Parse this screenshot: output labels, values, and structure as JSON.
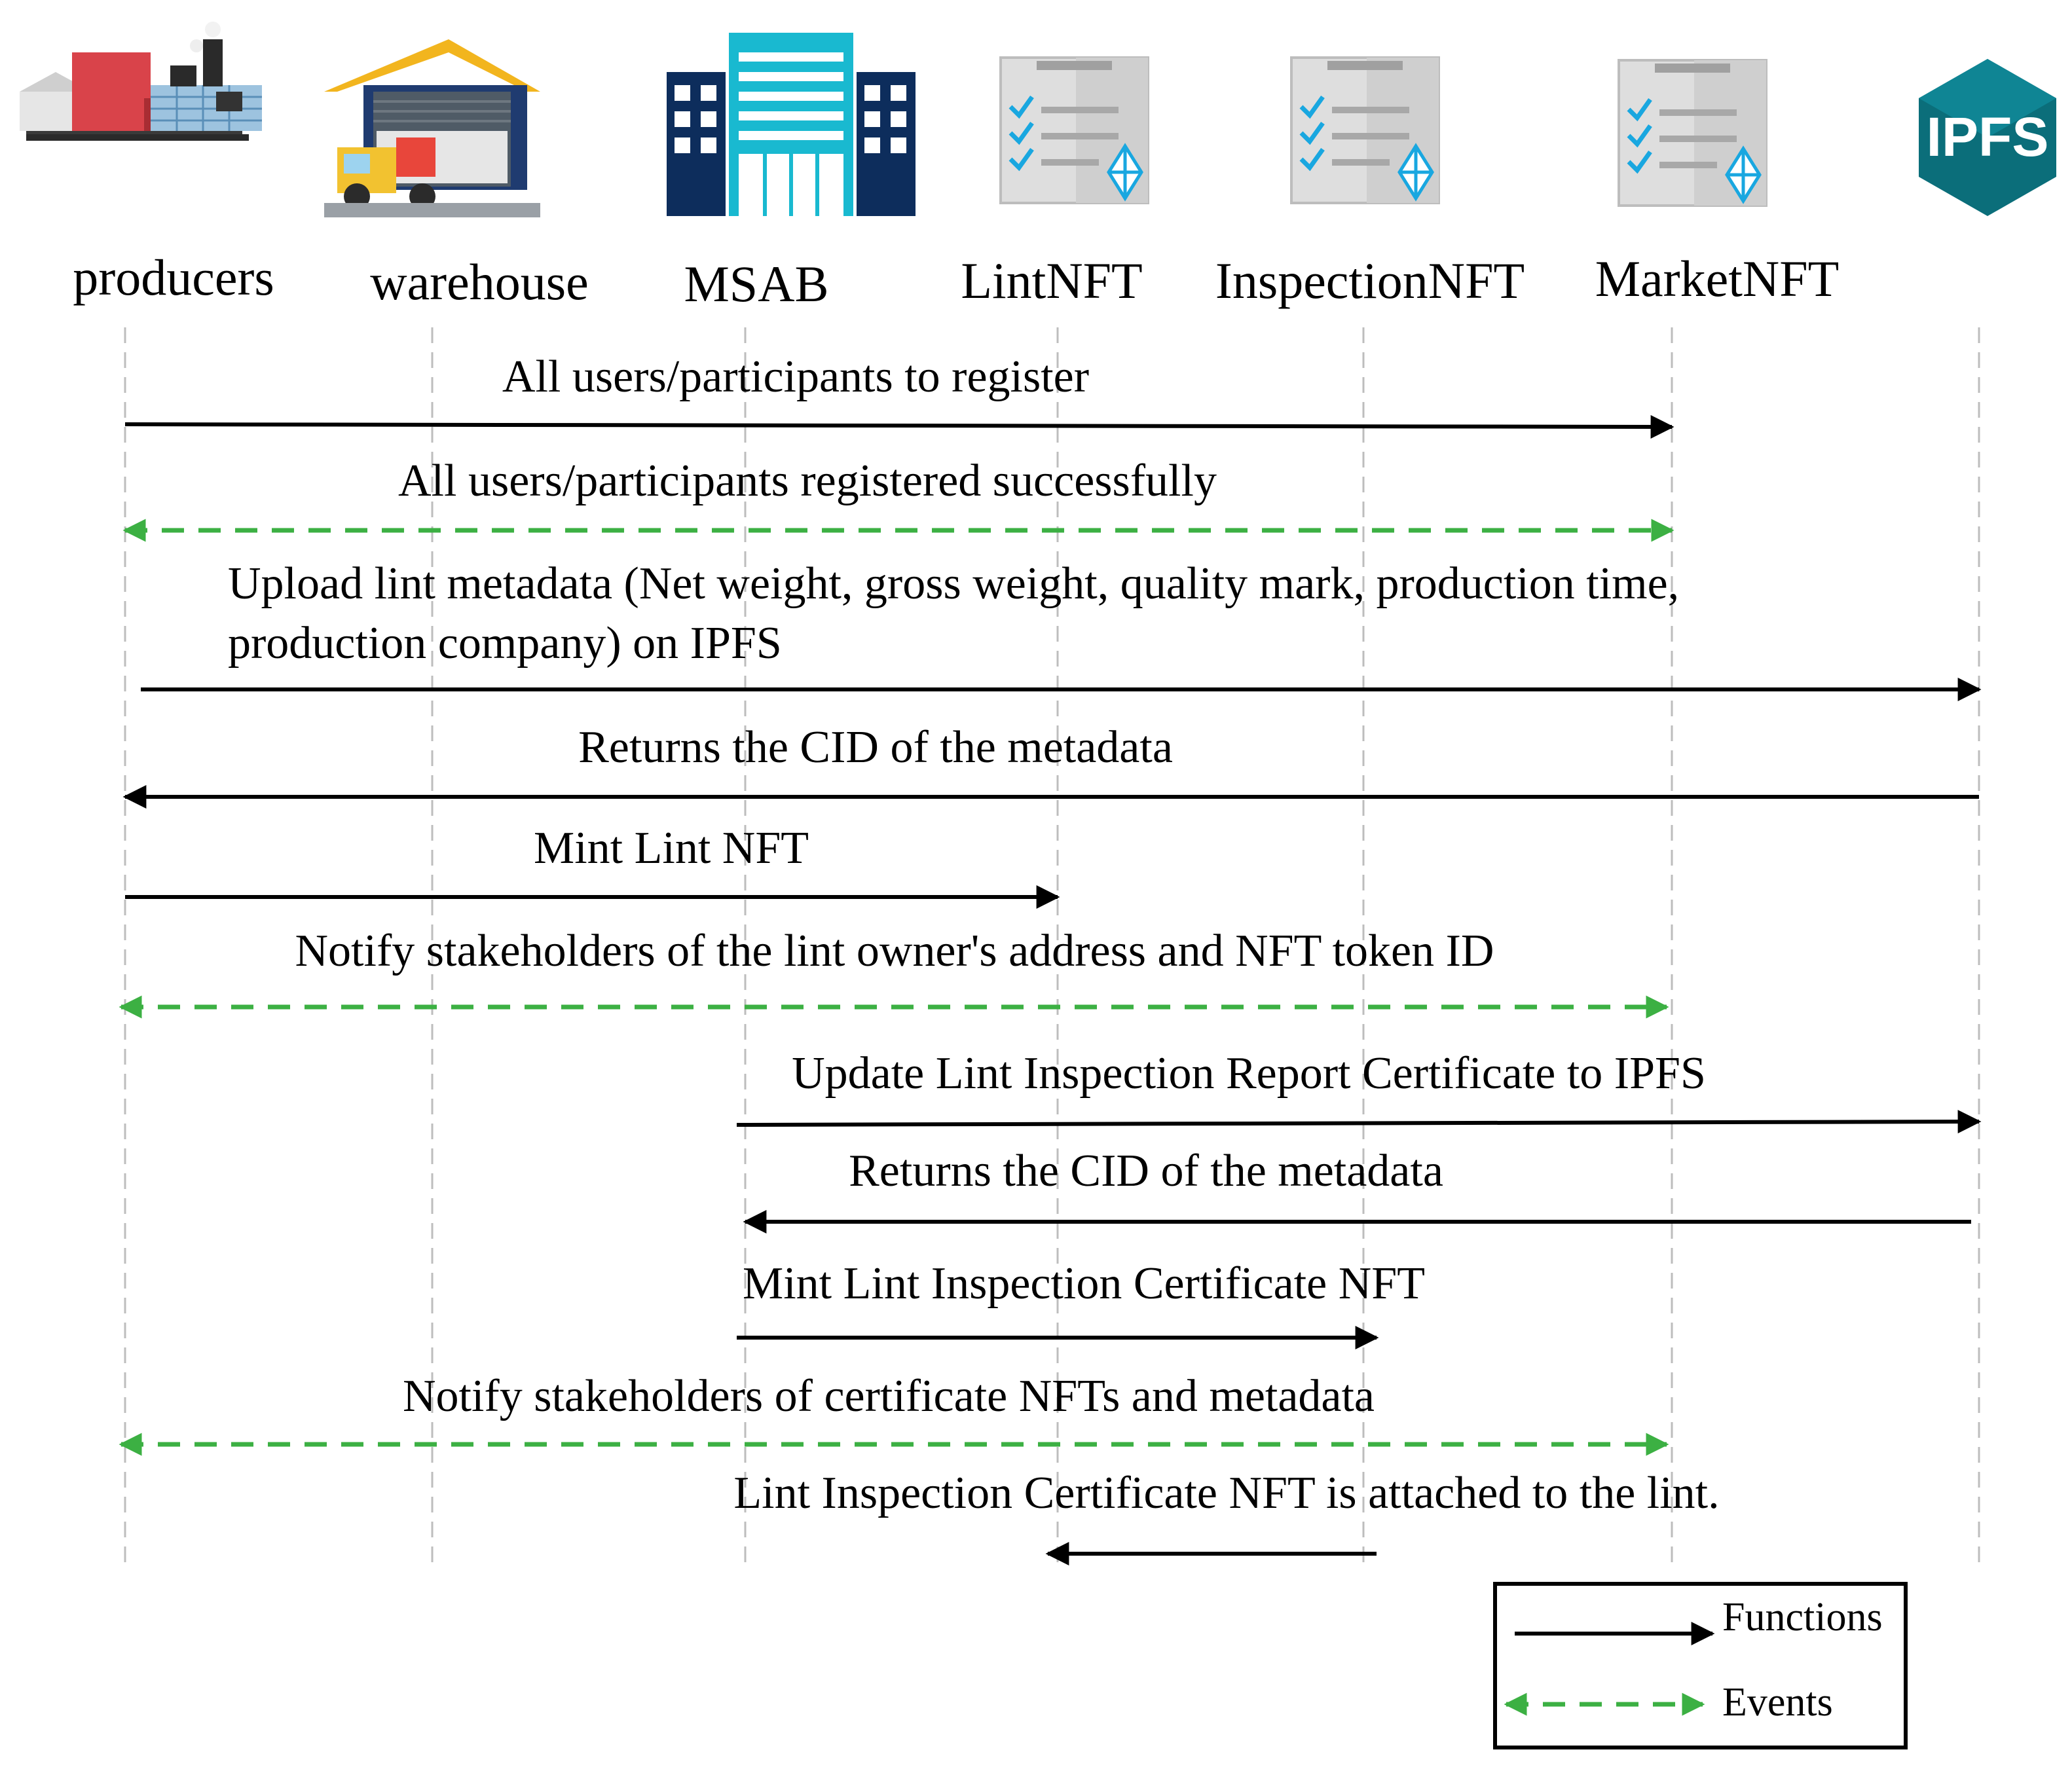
{
  "colors": {
    "function_arrow": "#000000",
    "event_arrow": "#3cb043",
    "lifeline": "#bdbdbd",
    "ipfs_hexagon": "#0b6e7a"
  },
  "participants": [
    {
      "id": "producers",
      "label": "producers",
      "icon": "factory-icon"
    },
    {
      "id": "warehouse",
      "label": "warehouse",
      "icon": "warehouse-truck-icon"
    },
    {
      "id": "msab",
      "label": "MSAB",
      "icon": "office-building-icon"
    },
    {
      "id": "lintnft",
      "label": "LintNFT",
      "icon": "nft-contract-document-icon"
    },
    {
      "id": "inspectionnft",
      "label": "InspectionNFT",
      "icon": "nft-contract-document-icon"
    },
    {
      "id": "marketnft",
      "label": "MarketNFT",
      "icon": "nft-contract-document-icon"
    },
    {
      "id": "ipfs",
      "label": "",
      "icon": "ipfs-hexagon-icon",
      "icon_text": "IPFS"
    }
  ],
  "messages": [
    {
      "type": "function",
      "from": "producers",
      "to": "marketnft",
      "lines": [
        "All users/participants to register"
      ]
    },
    {
      "type": "event",
      "from": "producers",
      "to": "marketnft",
      "lines": [
        "All users/participants registered successfully"
      ]
    },
    {
      "type": "function",
      "from": "producers",
      "to": "ipfs",
      "lines": [
        "Upload lint metadata (Net weight, gross weight, quality mark, production time,",
        "production company) on IPFS"
      ]
    },
    {
      "type": "function",
      "from": "ipfs",
      "to": "producers",
      "lines": [
        "Returns the CID of the metadata"
      ]
    },
    {
      "type": "function",
      "from": "producers",
      "to": "lintnft",
      "lines": [
        "Mint Lint NFT"
      ]
    },
    {
      "type": "event",
      "from": "producers",
      "to": "marketnft",
      "lines": [
        "Notify stakeholders of the lint owner's address and NFT token ID"
      ]
    },
    {
      "type": "function",
      "from": "msab",
      "to": "ipfs",
      "lines": [
        "Update Lint Inspection Report Certificate to IPFS"
      ]
    },
    {
      "type": "function",
      "from": "ipfs",
      "to": "msab",
      "lines": [
        "Returns the CID of the metadata"
      ]
    },
    {
      "type": "function",
      "from": "msab",
      "to": "inspectionnft",
      "lines": [
        "Mint Lint Inspection Certificate NFT"
      ]
    },
    {
      "type": "event",
      "from": "producers",
      "to": "marketnft",
      "lines": [
        "Notify stakeholders of certificate NFTs and metadata"
      ]
    },
    {
      "type": "function",
      "from": "inspectionnft",
      "to": "lintnft",
      "lines": [
        "Lint Inspection Certificate NFT is attached to the lint."
      ]
    }
  ],
  "legend": {
    "functions_label": "Functions",
    "events_label": "Events"
  }
}
